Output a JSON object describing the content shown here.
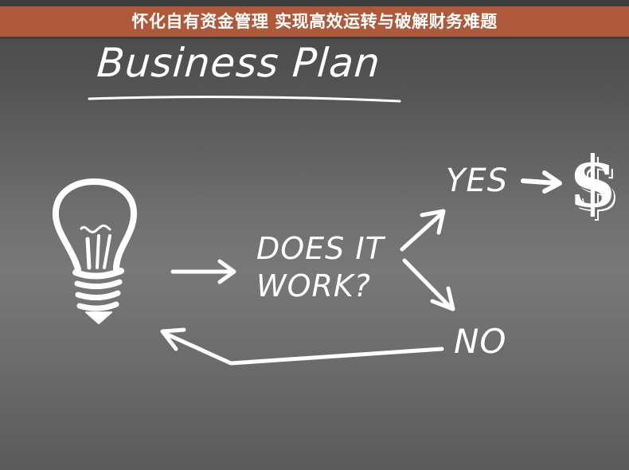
{
  "banner": {
    "text": "怀化自有资金管理 实现高效运转与破解财务难题",
    "background_color": "#ae5a3a",
    "text_color": "#ffffff"
  },
  "slide": {
    "title": "Business Plan",
    "question_line1": "DOES IT",
    "question_line2": "WORK?",
    "yes_label": "YES",
    "no_label": "NO",
    "money_symbol": "$",
    "icons": {
      "idea": "lightbulb-icon",
      "reward": "dollar-icon"
    },
    "colors": {
      "chalk": "#ffffff",
      "board_top": "#474747",
      "board_middle": "#787878",
      "board_bottom": "#5a5a5a"
    }
  }
}
